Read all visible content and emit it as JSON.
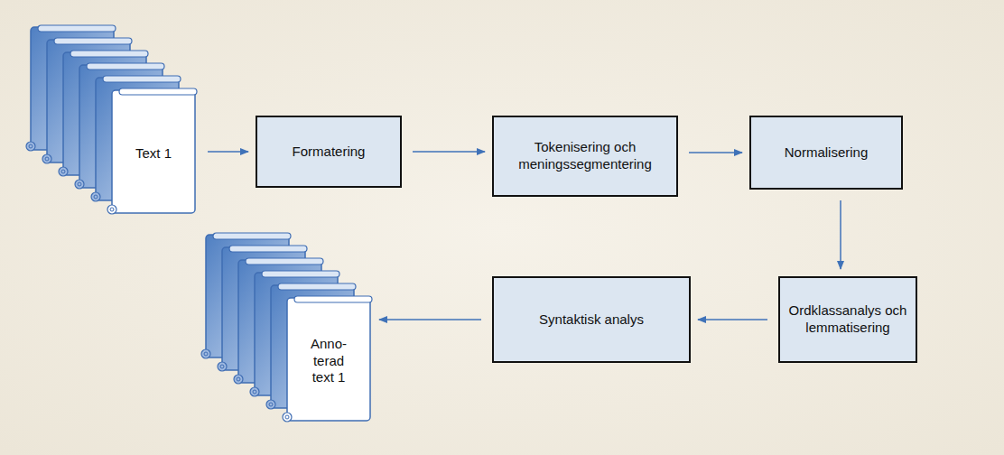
{
  "diagram": {
    "nodes": [
      {
        "text": [
          "Text 1"
        ]
      },
      {
        "text": [
          "Formatering"
        ]
      },
      {
        "text": [
          "Tokenisering och meningssegmentering"
        ]
      },
      {
        "text": [
          "Normalisering"
        ]
      },
      {
        "text": [
          "Ordklassanalys och lemmatisering"
        ]
      },
      {
        "text": [
          "Syntaktisk analys"
        ]
      },
      {
        "text": [
          "Anno- terad text 1"
        ]
      }
    ],
    "edges": [
      {
        "from": 0,
        "to": 1,
        "arrow": "to"
      },
      {
        "from": 1,
        "to": 2,
        "arrow": "to"
      },
      {
        "from": 2,
        "to": 3,
        "arrow": "to"
      },
      {
        "from": 3,
        "to": 4,
        "arrow": "to"
      },
      {
        "from": 4,
        "to": 5,
        "arrow": "to"
      },
      {
        "from": 5,
        "to": 6,
        "arrow": "to"
      }
    ]
  }
}
